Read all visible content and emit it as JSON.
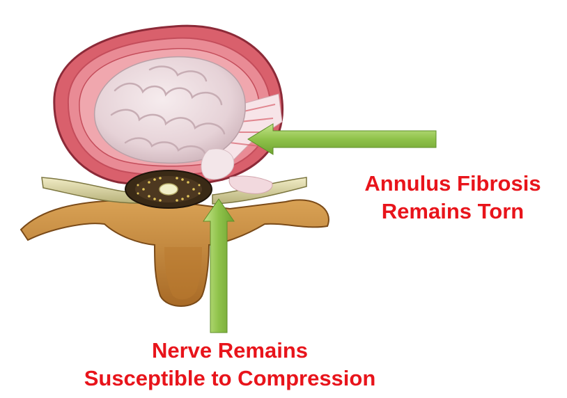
{
  "labels": {
    "annulus": {
      "line1": "Annulus Fibrosis",
      "line2": "Remains Torn"
    },
    "nerve": {
      "line1": "Nerve Remains",
      "line2": "Susceptible to Compression"
    }
  },
  "colors": {
    "label_text": "#e8141b",
    "arrow_fill": "#9ccc4e",
    "annulus": "#d9606c",
    "nucleus": "#ead8dc",
    "bone": "#c98c3c",
    "spinal_cord": "#3a2a16"
  }
}
